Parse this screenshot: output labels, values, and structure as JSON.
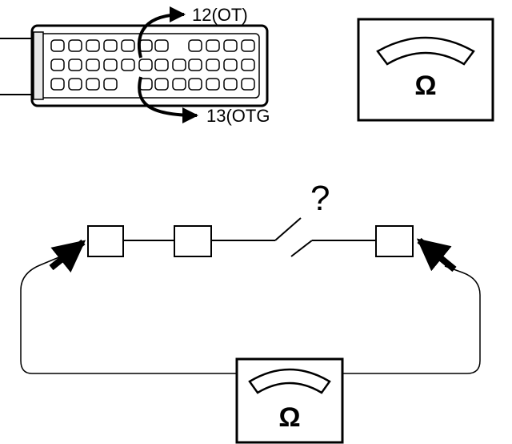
{
  "labels": {
    "pin_12": "12(OT)",
    "pin_13": "13(OTG",
    "unknown_mark": "?"
  },
  "meters": [
    {
      "symbol": "Ω"
    },
    {
      "symbol": "Ω"
    }
  ],
  "colors": {
    "ink": "#000000",
    "paper": "#ffffff"
  }
}
